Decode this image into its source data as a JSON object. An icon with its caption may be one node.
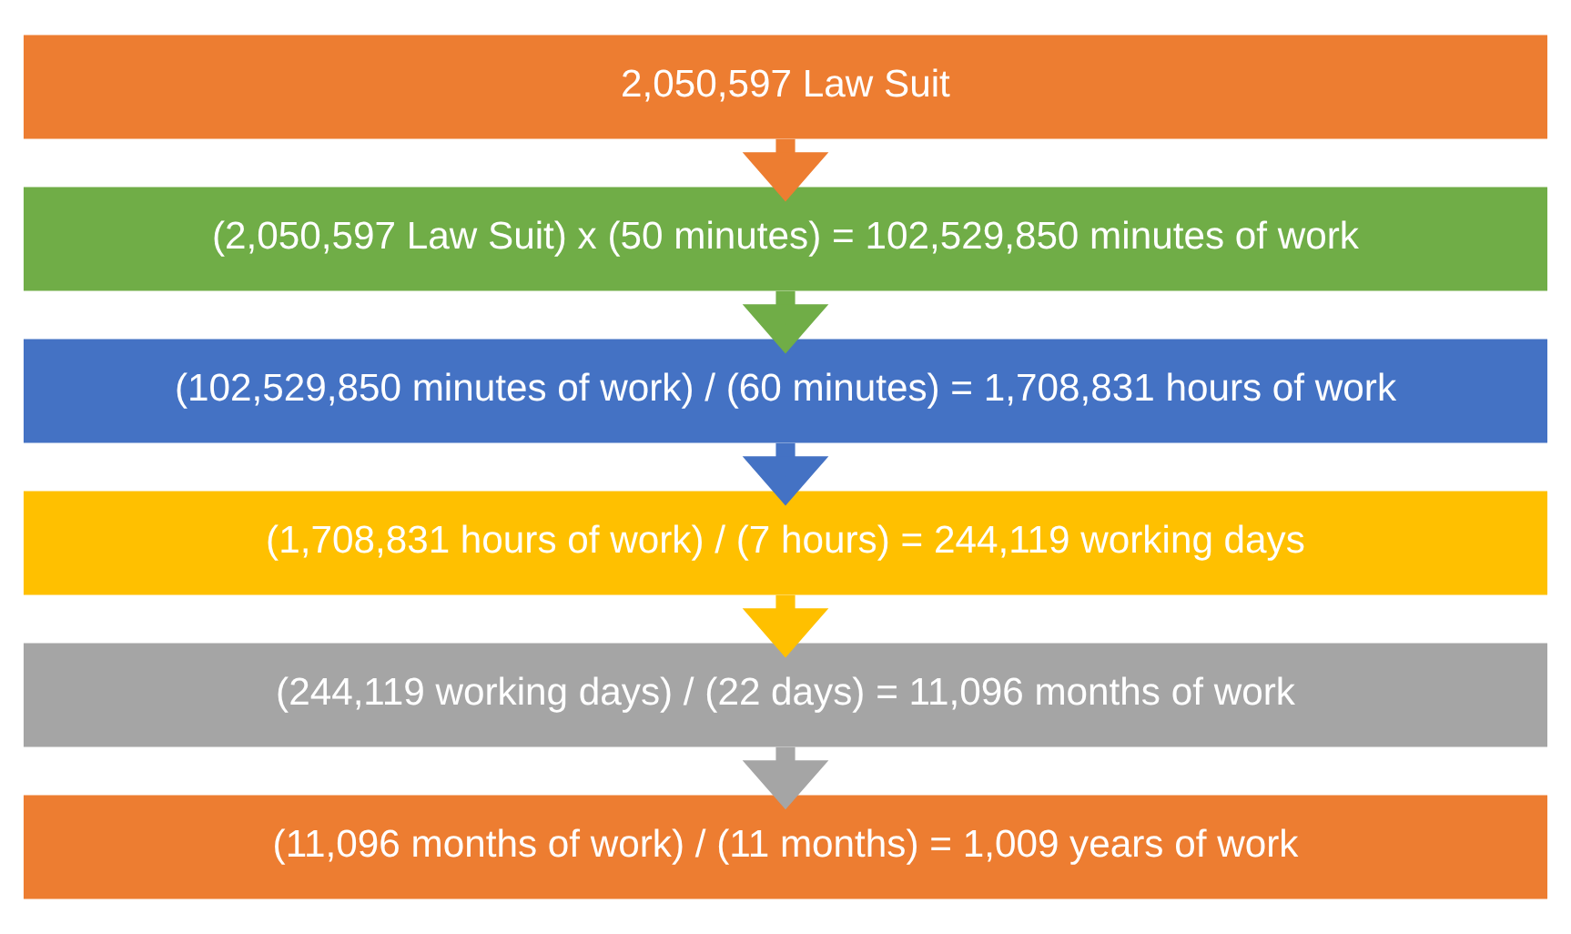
{
  "diagram": {
    "nodes": [
      {
        "text": [
          "2,050,597 Law Suit"
        ]
      },
      {
        "text": [
          "(2,050,597 Law Suit) x (50 minutes) = 102,529,850 minutes of work"
        ]
      },
      {
        "text": [
          "(102,529,850 minutes of work) / (60 minutes) = 1,708,831 hours of work"
        ]
      },
      {
        "text": [
          "(1,708,831 hours of work) / (7 hours) = 244,119 working days"
        ]
      },
      {
        "text": [
          "(244,119 working days) / (22 days) = 11,096 months of work"
        ]
      },
      {
        "text": [
          "(11,096 months of work) / (11 months) = 1,009 years of work"
        ]
      }
    ],
    "edges": [
      {
        "from": 0,
        "to": 1,
        "arrow": "to",
        "color": "#ed7d31"
      },
      {
        "from": 1,
        "to": 2,
        "arrow": "to",
        "color": "#70ad47"
      },
      {
        "from": 2,
        "to": 3,
        "arrow": "to",
        "color": "#4472c4"
      },
      {
        "from": 3,
        "to": 4,
        "arrow": "to",
        "color": "#ffc000"
      },
      {
        "from": 4,
        "to": 5,
        "arrow": "to",
        "color": "#a5a5a5"
      }
    ]
  }
}
